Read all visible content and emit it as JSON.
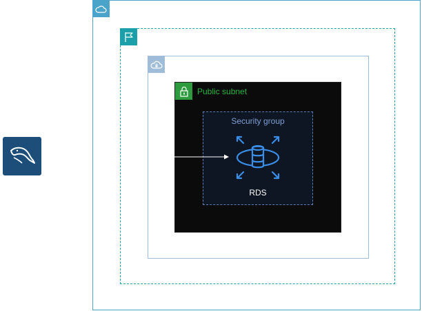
{
  "icons": {
    "aws_cloud": "cloud-icon",
    "region": "flag-icon",
    "vpc": "cloud-lock-icon",
    "subnet": "padlock-icon",
    "database": "rds-database-icon",
    "client": "mysql-dolphin-icon"
  },
  "colors": {
    "aws_cloud_border": "#4aa3c8",
    "region_border": "#1b9fa8",
    "vpc_border": "#9fbdd8",
    "subnet_green": "#27b440",
    "security_group": "#7f9fd4",
    "rds_blue": "#3b8ee8",
    "mysql_tile": "#1c4e79"
  },
  "subnet": {
    "label": "Public subnet"
  },
  "security_group": {
    "label": "Security group"
  },
  "rds": {
    "label": "RDS"
  }
}
